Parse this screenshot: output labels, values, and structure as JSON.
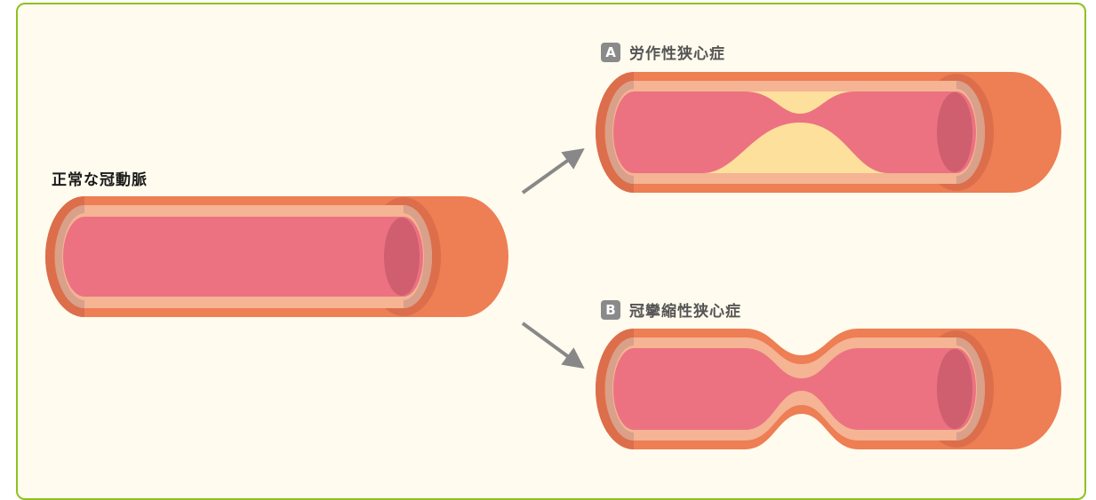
{
  "normal": {
    "title": "正常な冠動脈"
  },
  "case_a": {
    "badge": "A",
    "title": "労作性狭心症"
  },
  "case_b": {
    "badge": "B",
    "title": "冠攣縮性狭心症"
  },
  "colors": {
    "frame_border": "#8dc21f",
    "background": "#fffbee",
    "vessel_outer": "#ee7e54",
    "vessel_rim": "#dc6e4b",
    "wall_light": "#f5b494",
    "wall_gray": "#d9a08a",
    "lumen": "#ec7281",
    "lumen_end": "#cf5f6f",
    "plaque": "#fde09b",
    "arrow": "#888888",
    "badge": "#8a8a8a"
  }
}
